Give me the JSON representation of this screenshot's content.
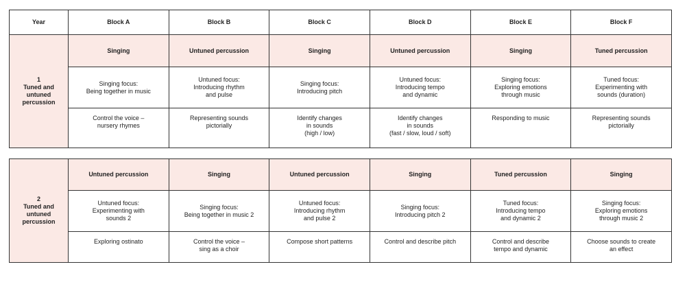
{
  "header": {
    "year": "Year",
    "blocks": [
      "Block A",
      "Block B",
      "Block C",
      "Block D",
      "Block E",
      "Block F"
    ]
  },
  "year1": {
    "year_label": "1\nTuned and\nuntuned\npercussion",
    "topics": [
      "Singing",
      "Untuned percussion",
      "Singing",
      "Untuned percussion",
      "Singing",
      "Tuned percussion"
    ],
    "focus": [
      "Singing focus:\nBeing together in music",
      "Untuned focus:\nIntroducing rhythm\nand pulse",
      "Singing focus:\nIntroducing pitch",
      "Untuned focus:\nIntroducing tempo\nand dynamic",
      "Singing focus:\nExploring emotions\nthrough music",
      "Tuned focus:\nExperimenting with\nsounds (duration)"
    ],
    "activities": [
      "Control the voice –\nnursery rhymes",
      "Representing sounds\npictorially",
      "Identify changes\nin sounds\n(high / low)",
      "Identify changes\nin sounds\n(fast / slow, loud / soft)",
      "Responding to music",
      "Representing sounds\npictorially"
    ]
  },
  "year2": {
    "year_label": "2\nTuned and\nuntuned\npercussion",
    "topics": [
      "Untuned percussion",
      "Singing",
      "Untuned percussion",
      "Singing",
      "Tuned percussion",
      "Singing"
    ],
    "focus": [
      "Untuned focus:\nExperimenting with\nsounds 2",
      "Singing focus:\nBeing together in music 2",
      "Untuned focus:\nIntroducing rhythm\nand pulse 2",
      "Singing focus:\nIntroducing pitch 2",
      "Tuned focus:\nIntroducing tempo\nand dynamic 2",
      "Singing focus:\nExploring emotions\nthrough music 2"
    ],
    "activities": [
      "Exploring ostinato",
      "Control the voice –\nsing as a choir",
      "Compose short patterns",
      "Control and describe pitch",
      "Control and describe\ntempo and dynamic",
      "Choose sounds to create\nan effect"
    ]
  }
}
